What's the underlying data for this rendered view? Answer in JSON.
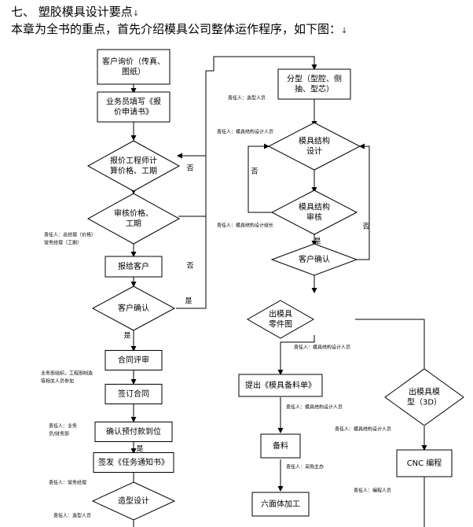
{
  "heading": {
    "text": "七、  塑胶模具设计要点",
    "mark": "↓"
  },
  "intro": {
    "text": "本章为全书的重点，首先介绍模具公司整体运作程序，如下图：",
    "mark": "↓"
  },
  "nodes": {
    "inquiry": [
      "客户询价（传真、",
      "图纸）"
    ],
    "quote_form": [
      "业务员填写《报",
      "价申请书》"
    ],
    "quote_calc": [
      "报价工程师计",
      "算价格、工期"
    ],
    "review_price": [
      "审核价格、",
      "工期"
    ],
    "report": [
      "报给客户"
    ],
    "confirm1": [
      "客户确认"
    ],
    "contract_review": [
      "合同评审"
    ],
    "sign": [
      "签订合同"
    ],
    "prepay": [
      "确认预付款到位"
    ],
    "task_notice": [
      "签发《任务通知书》"
    ],
    "styling": [
      "造型设计"
    ],
    "parting": [
      "分型（型腔、侧",
      "抽、型芯）"
    ],
    "structure_design": [
      "模具结构",
      "设计"
    ],
    "structure_review": [
      "模具结构",
      "审核"
    ],
    "confirm2": [
      "客户确认"
    ],
    "part_drawing": [
      "出模具",
      "零件图"
    ],
    "material_list": [
      "提出《模具备料单》"
    ],
    "prep": [
      "备料"
    ],
    "hexahedron": [
      "六面体加工"
    ],
    "model3d": [
      "出模具模",
      "型（3D）"
    ],
    "cnc": [
      "CNC 编程"
    ]
  },
  "labels": {
    "no": "否",
    "yes": "是"
  },
  "notes": {
    "review_price": [
      "责任人：总经理（价格）",
      "常务经理（工期）"
    ],
    "contract": [
      "业务部组织，工程部制造",
      "等相关人员参加"
    ],
    "prepay": [
      "责任人：业务",
      "员/财务部"
    ],
    "task_notice": "责任人：常务经理",
    "styling": "责任人：造型人员",
    "parting": "责任人：造型人员",
    "structure": "责任人：模具结构设计人员",
    "structure_review": "责任人：模具结构设计组长",
    "part_drawing": "责任人：模具结构设计人员",
    "material_list": "责任人：模具结构设计人员",
    "model3d": "责任人：模具结构设计人员",
    "prep": "责任人：采购主办",
    "cnc": "责任人：编程人员"
  }
}
